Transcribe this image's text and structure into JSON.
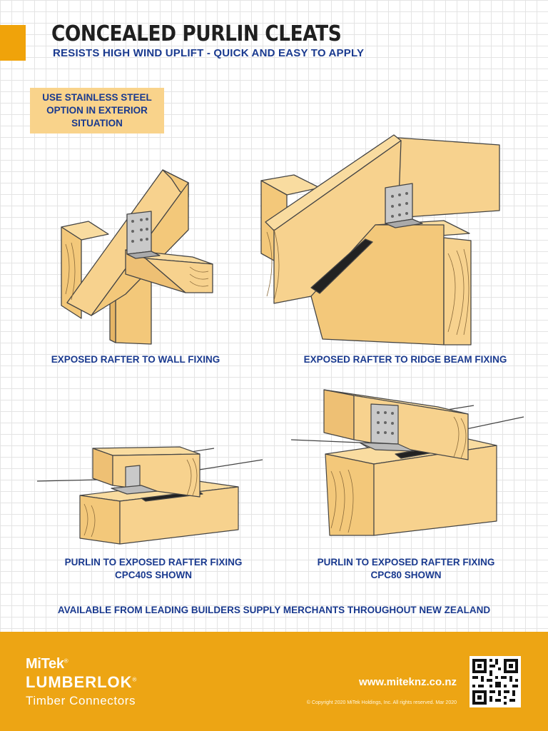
{
  "header": {
    "title": "CONCEALED PURLIN CLEATS",
    "subtitle": "RESISTS HIGH WIND UPLIFT - QUICK AND EASY TO APPLY"
  },
  "note": {
    "text": "USE STAINLESS STEEL\nOPTION IN EXTERIOR\nSITUATION"
  },
  "figures": [
    {
      "caption": "EXPOSED RAFTER TO WALL FIXING",
      "icon": "rafter-wall-illustration"
    },
    {
      "caption": "EXPOSED RAFTER TO RIDGE BEAM FIXING",
      "icon": "rafter-ridge-illustration"
    },
    {
      "caption": "PURLIN TO EXPOSED RAFTER FIXING\nCPC40S SHOWN",
      "icon": "purlin-cpc40s-illustration"
    },
    {
      "caption": "PURLIN TO EXPOSED RAFTER FIXING\nCPC80 SHOWN",
      "icon": "purlin-cpc80-illustration"
    }
  ],
  "availability": "AVAILABLE FROM LEADING BUILDERS SUPPLY MERCHANTS THROUGHOUT NEW ZEALAND",
  "footer": {
    "brand_line1": "MiTek",
    "brand_line2": "LUMBERLOK",
    "tagline": "Timber Connectors",
    "website": "www.miteknz.co.nz",
    "copyright": "© Copyright 2020 MiTek Holdings, Inc. All rights reserved. Mar 2020",
    "qr_icon": "qr-code-icon"
  },
  "colors": {
    "accent": "#f0a30a",
    "footer_bg": "#eda514",
    "heading_blue": "#1a3a8f",
    "note_bg": "#f9d38b",
    "timber": "#f7d28e",
    "timber_dark": "#eec074"
  }
}
